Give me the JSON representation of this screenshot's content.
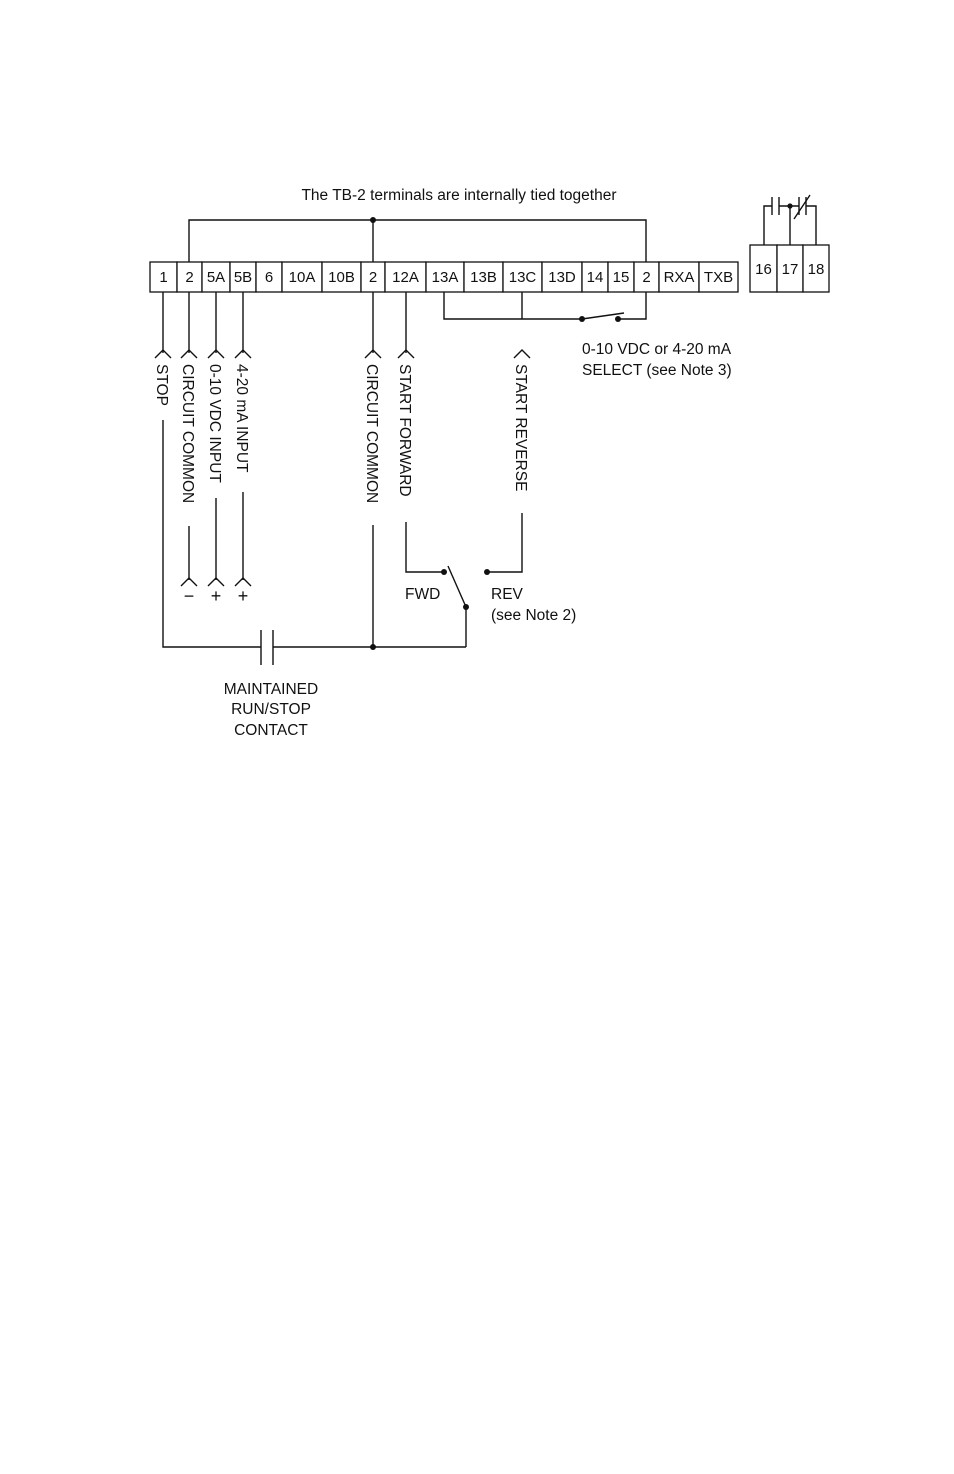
{
  "header_note": "The TB-2 terminals are internally tied together",
  "terminal_strip": [
    "1",
    "2",
    "5A",
    "5B",
    "6",
    "10A",
    "10B",
    "2",
    "12A",
    "13A",
    "13B",
    "13C",
    "13D",
    "14",
    "15",
    "2",
    "RXA",
    "TXB"
  ],
  "relay_strip": [
    "16",
    "17",
    "18"
  ],
  "select_note": {
    "line1": "0-10 VDC or 4-20 mA",
    "line2": "SELECT (see Note 3)"
  },
  "wire_labels": {
    "stop": "STOP",
    "circuit_common_1": "CIRCUIT COMMON",
    "vdc_input": "0-10 VDC INPUT",
    "ma_input": "4-20 mA INPUT",
    "circuit_common_2": "CIRCUIT COMMON",
    "start_forward": "START FORWARD",
    "start_reverse": "START REVERSE"
  },
  "polarity": {
    "circuit_common": "−",
    "vdc_input": "+",
    "ma_input": "+"
  },
  "switch_labels": {
    "fwd": "FWD",
    "rev": "REV",
    "rev_note": "(see Note 2)"
  },
  "contact_label": {
    "line1": "MAINTAINED",
    "line2": "RUN/STOP",
    "line3": "CONTACT"
  }
}
